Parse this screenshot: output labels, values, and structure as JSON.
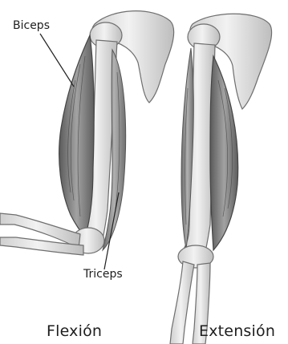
{
  "labels": {
    "biceps": "Biceps",
    "triceps": "Triceps"
  },
  "captions": {
    "flexion": "Flexión",
    "extension": "Extensión"
  },
  "colors": {
    "bone": "#e9e9e9",
    "bone_outline": "#6e6e6e",
    "muscle": "#8a8a8a",
    "muscle_dark": "#4f4f4f",
    "text": "#1e1e1e"
  }
}
